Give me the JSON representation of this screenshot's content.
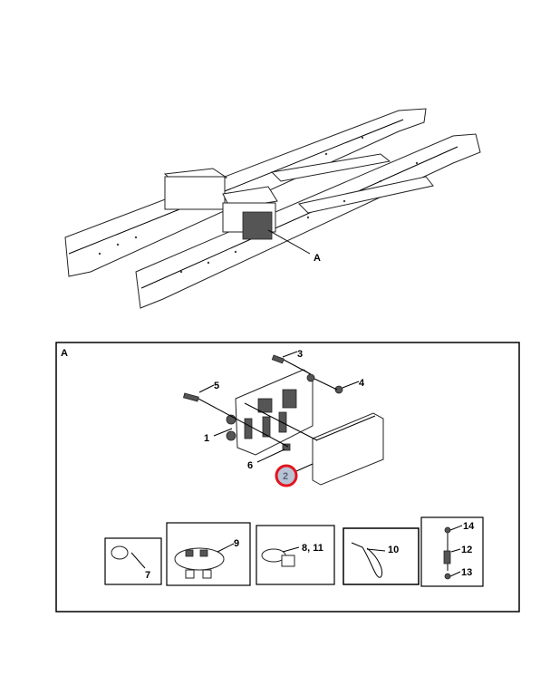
{
  "overview": {
    "callout_a": "A"
  },
  "detail": {
    "title": "A",
    "callouts": {
      "c1": "1",
      "c2": "2",
      "c3": "3",
      "c4": "4",
      "c5": "5",
      "c6": "6",
      "c7": "7",
      "c8_11": "8, 11",
      "c9": "9",
      "c10": "10",
      "c12": "12",
      "c13": "13",
      "c14": "14"
    },
    "highlighted_callout": "2"
  },
  "colors": {
    "highlight_ring": "#e3141e",
    "highlight_fill": "#b8c4d6"
  }
}
